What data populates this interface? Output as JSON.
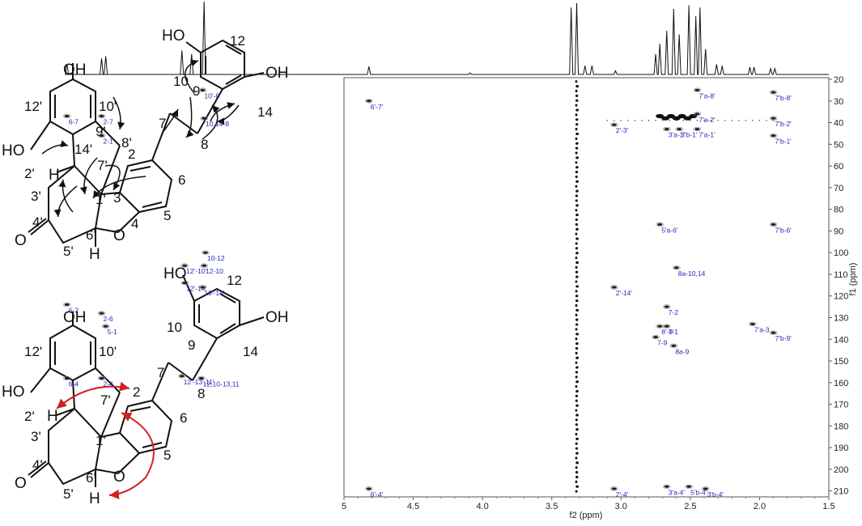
{
  "chart_data": {
    "type": "scatter",
    "xlabel": "f2 (ppm)",
    "ylabel": "f1 (ppm)",
    "xlim": [
      5.0,
      1.5
    ],
    "ylim": [
      20,
      212
    ],
    "x_ticks": [
      5.0,
      4.5,
      4.0,
      3.5,
      3.0,
      2.5,
      2.0,
      1.5
    ],
    "x_tick_labels": [
      "5",
      "4.5",
      "4.0",
      "3.5",
      "3.0",
      "2.5",
      "2.0",
      "1.5"
    ],
    "y_ticks": [
      20,
      30,
      40,
      50,
      60,
      70,
      80,
      90,
      100,
      110,
      120,
      130,
      140,
      150,
      160,
      170,
      180,
      190,
      200,
      210
    ],
    "y_tick_labels": [
      "20",
      "30",
      "40",
      "50",
      "60",
      "70",
      "80",
      "90",
      "100",
      "110",
      "120",
      "130",
      "140",
      "150",
      "160",
      "170",
      "180",
      "190",
      "200",
      "210"
    ],
    "grid": false,
    "projection_1d": [
      {
        "x": 7.0,
        "h": 0.14
      },
      {
        "x": 6.75,
        "h": 0.22
      },
      {
        "x": 6.72,
        "h": 0.25
      },
      {
        "x": 6.17,
        "h": 0.33
      },
      {
        "x": 6.1,
        "h": 0.28
      },
      {
        "x": 6.01,
        "h": 1.0
      },
      {
        "x": 4.82,
        "h": 0.11
      },
      {
        "x": 4.09,
        "h": 0.02
      },
      {
        "x": 3.36,
        "h": 0.92
      },
      {
        "x": 3.32,
        "h": 0.98
      },
      {
        "x": 3.26,
        "h": 0.12
      },
      {
        "x": 3.21,
        "h": 0.12
      },
      {
        "x": 3.04,
        "h": 0.05
      },
      {
        "x": 2.75,
        "h": 0.28
      },
      {
        "x": 2.72,
        "h": 0.42
      },
      {
        "x": 2.67,
        "h": 0.6
      },
      {
        "x": 2.62,
        "h": 0.9
      },
      {
        "x": 2.58,
        "h": 0.55
      },
      {
        "x": 2.51,
        "h": 0.95
      },
      {
        "x": 2.46,
        "h": 0.8
      },
      {
        "x": 2.43,
        "h": 0.92
      },
      {
        "x": 2.39,
        "h": 0.35
      },
      {
        "x": 2.31,
        "h": 0.14
      },
      {
        "x": 2.27,
        "h": 0.12
      },
      {
        "x": 2.07,
        "h": 0.1
      },
      {
        "x": 2.04,
        "h": 0.1
      },
      {
        "x": 1.92,
        "h": 0.08
      },
      {
        "x": 1.89,
        "h": 0.08
      }
    ],
    "peaks": [
      {
        "x": 7.0,
        "y": 37,
        "label": "6-7"
      },
      {
        "x": 6.75,
        "y": 37,
        "label": "2-7"
      },
      {
        "x": 6.75,
        "y": 46,
        "label": "2-1'"
      },
      {
        "x": 6.02,
        "y": 25,
        "label": "10'-8'"
      },
      {
        "x": 6.01,
        "y": 38,
        "label": "10,14-8"
      },
      {
        "x": 4.82,
        "y": 30,
        "label": "6'-7'"
      },
      {
        "x": 3.05,
        "y": 41,
        "label": "2'-3'"
      },
      {
        "x": 2.67,
        "y": 43,
        "label": "3'a-1'"
      },
      {
        "x": 2.58,
        "y": 43,
        "label": "3'b-1'"
      },
      {
        "x": 2.45,
        "y": 43,
        "label": "7'a-1'"
      },
      {
        "x": 2.45,
        "y": 36,
        "label": "7'a-2'"
      },
      {
        "x": 2.45,
        "y": 25,
        "label": "7'a-8'"
      },
      {
        "x": 1.9,
        "y": 26,
        "label": "7'b-8'"
      },
      {
        "x": 1.9,
        "y": 38,
        "label": "7'b-2'"
      },
      {
        "x": 1.9,
        "y": 46,
        "label": "7'b-1'"
      },
      {
        "x": 2.72,
        "y": 87,
        "label": "5'a-6'"
      },
      {
        "x": 1.9,
        "y": 87,
        "label": "7'b-6'"
      },
      {
        "x": 6.0,
        "y": 100,
        "label": "10-12"
      },
      {
        "x": 6.15,
        "y": 106,
        "label": "12'-10'"
      },
      {
        "x": 6.01,
        "y": 106,
        "label": "12-10"
      },
      {
        "x": 6.15,
        "y": 114,
        "label": "12'-14'"
      },
      {
        "x": 6.02,
        "y": 116,
        "label": "10'-14'"
      },
      {
        "x": 3.05,
        "y": 116,
        "label": "2'-14'"
      },
      {
        "x": 2.6,
        "y": 107,
        "label": "8a-10,14"
      },
      {
        "x": 7.0,
        "y": 124,
        "label": "6-2"
      },
      {
        "x": 6.75,
        "y": 128,
        "label": "2-6"
      },
      {
        "x": 6.72,
        "y": 134,
        "label": "5-1"
      },
      {
        "x": 2.67,
        "y": 125,
        "label": "7-2"
      },
      {
        "x": 2.67,
        "y": 134,
        "label": "7-1"
      },
      {
        "x": 2.72,
        "y": 134,
        "label": "8'-9'"
      },
      {
        "x": 2.75,
        "y": 139,
        "label": "7-9"
      },
      {
        "x": 2.62,
        "y": 143,
        "label": "8a-9"
      },
      {
        "x": 2.05,
        "y": 133,
        "label": "7'a-3"
      },
      {
        "x": 1.9,
        "y": 137,
        "label": "7'b-9'"
      },
      {
        "x": 6.17,
        "y": 157,
        "label": "12'-13',11'"
      },
      {
        "x": 6.03,
        "y": 158,
        "label": "12,10-13,11"
      },
      {
        "x": 7.0,
        "y": 158,
        "label": "6-4"
      },
      {
        "x": 6.75,
        "y": 158,
        "label": "2-4"
      },
      {
        "x": 4.82,
        "y": 209,
        "label": "6'-4'"
      },
      {
        "x": 3.05,
        "y": 209,
        "label": "2'-4'"
      },
      {
        "x": 2.67,
        "y": 208,
        "label": "3'a-4'"
      },
      {
        "x": 2.51,
        "y": 208,
        "label": "5'b-4'"
      },
      {
        "x": 2.39,
        "y": 209,
        "label": "3'b-4'"
      }
    ]
  },
  "structure_top": {
    "atom_labels": [
      "HO",
      "12",
      "OH",
      "10",
      "9",
      "14",
      "7",
      "8",
      "OH",
      "12'",
      "10'",
      "9'",
      "8'",
      "HO",
      "14'",
      "7'",
      "2",
      "2'",
      "3'",
      "1'",
      "3",
      "6",
      "4'",
      "5",
      "4",
      "O",
      "O",
      "5'",
      "6'",
      "H",
      "H"
    ]
  },
  "structure_bottom": {
    "atom_labels": [
      "HO",
      "12",
      "OH",
      "10",
      "9",
      "14",
      "7",
      "8",
      "OH",
      "12'",
      "10'",
      "2",
      "HO",
      "7'",
      "6",
      "2'",
      "H",
      "3'",
      "1'",
      "4'",
      "5",
      "O",
      "O",
      "5'",
      "6'",
      "H"
    ]
  }
}
